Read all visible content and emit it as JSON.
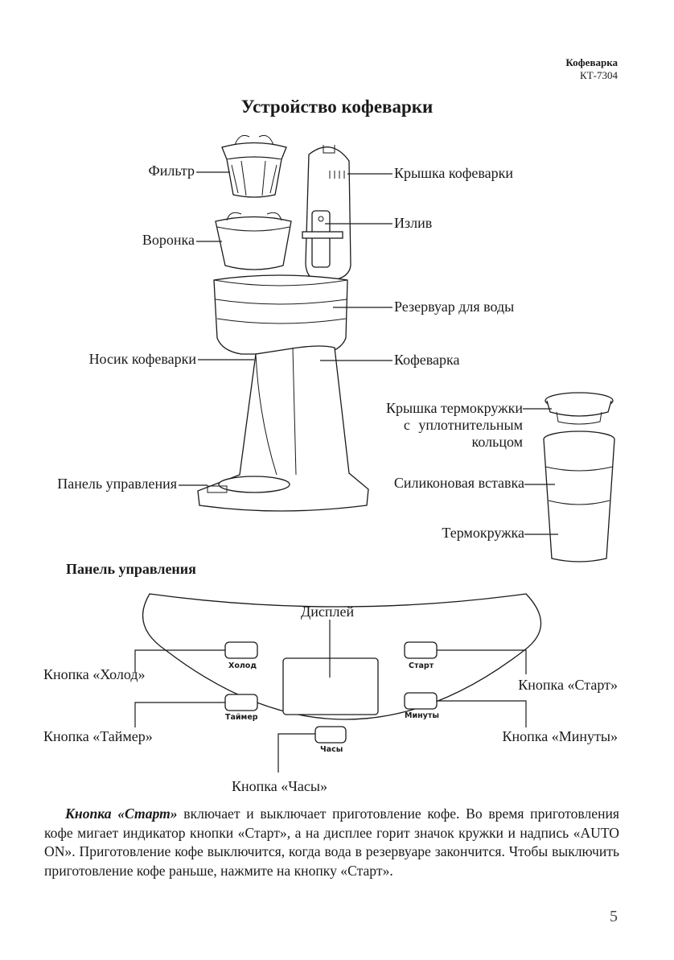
{
  "header": {
    "brand": "Кофеварка",
    "model": "КТ-7304"
  },
  "title": "Устройство кофеварки",
  "device_labels": {
    "filter": "Фильтр",
    "funnel": "Воронка",
    "spout_nose": "Носик кофеварки",
    "control_panel": "Панель управления",
    "lid": "Крышка кофеварки",
    "outlet": "Излив",
    "reservoir": "Резервуар для воды",
    "coffee_maker": "Кофеварка",
    "mug_lid_1": "Крышка термокружки",
    "mug_lid_2": "с уплотнительным",
    "mug_lid_3": "кольцом",
    "silicone": "Силиконовая вставка",
    "mug": "Термокружка"
  },
  "panel": {
    "title": "Панель управления",
    "display_label": "Дисплей",
    "buttons": {
      "cold": "Холод",
      "timer": "Таймер",
      "clock": "Часы",
      "start": "Старт",
      "minutes": "Минуты"
    },
    "callouts": {
      "cold": "Кнопка «Холод»",
      "timer": "Кнопка «Таймер»",
      "clock": "Кнопка «Часы»",
      "start": "Кнопка «Старт»",
      "minutes": "Кнопка «Минуты»"
    }
  },
  "paragraph": {
    "lead": "Кнопка «Старт»",
    "text": " включает и выключает приготовление кофе. Во время приготовления кофе мигает индикатор кнопки «Старт», а на дисплее горит значок кружки и надпись «AUTO ON». Приготовление кофе выключится, когда вода в резервуаре закончится. Чтобы выключить приготовление кофе раньше, нажмите на кнопку «Старт»."
  },
  "page_number": "5"
}
